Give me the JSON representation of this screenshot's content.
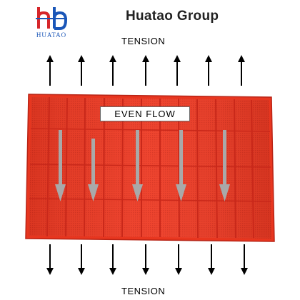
{
  "logo": {
    "text": "HUATAO",
    "colors": {
      "red": "#d6262a",
      "blue": "#1a56b8"
    }
  },
  "brand": {
    "title": "Huatao Group"
  },
  "labels": {
    "top": "TENSION",
    "bottom": "TENSION",
    "center": "EVEN FLOW"
  },
  "icons": {
    "up": "arrow-up-icon",
    "down": "arrow-down-icon",
    "flow": "flow-arrow-icon"
  },
  "colors": {
    "panel": "#ee3b24",
    "panel_dark": "#c9281a",
    "flow_arrow": "#a9a9a9",
    "tension_arrow": "#000000"
  }
}
